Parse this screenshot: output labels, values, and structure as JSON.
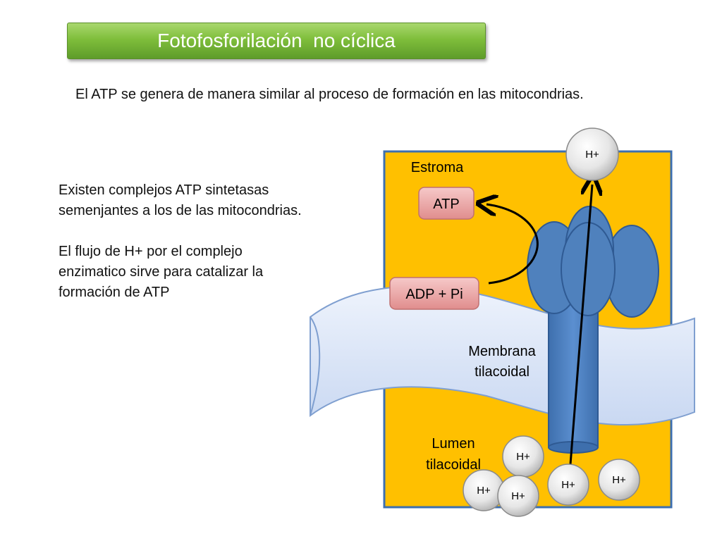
{
  "title": "Fotofosforilación  no cíclica",
  "intro": "El ATP se genera de manera similar al proceso de formación en las mitocondrias.",
  "paragraphs": [
    "Existen complejos ATP sintetasas semenjantes a los de las mitocondrias.",
    "El flujo de H+ por el complejo enzimatico sirve para catalizar la formación de ATP"
  ],
  "diagram": {
    "stroma_label": "Estroma",
    "atp_label": "ATP",
    "adp_label": "ADP + Pi",
    "membrane_label_1": "Membrana",
    "membrane_label_2": "tilacoidal",
    "lumen_label_1": "Lumen",
    "lumen_label_2": "tilacoidal",
    "proton_top": "H+",
    "protons": [
      "H+",
      "H+",
      "H+",
      "H+",
      "H+"
    ]
  },
  "colors": {
    "title_green": "#7fbe3b",
    "background_orange": "#ffc000",
    "frame_blue": "#3d6fb0",
    "membrane_blue": "#dde7f7",
    "synthase_blue": "#4f81bd",
    "box_red": "#eaa0a0",
    "proton_gray": "#d9d9d9"
  },
  "icons": [
    "atp-synthase-icon",
    "curved-arrow-icon",
    "proton-arrow-icon"
  ]
}
